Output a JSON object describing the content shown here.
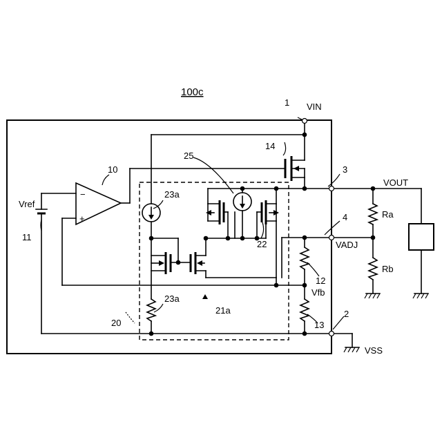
{
  "labels": {
    "title": "100c",
    "n1": "1",
    "vin": "VIN",
    "n14": "14",
    "n3": "3",
    "vout": "VOUT",
    "n10": "10",
    "n25": "25",
    "n23a_top": "23a",
    "vref": "Vref",
    "n11": "11",
    "minus": "−",
    "plus": "+",
    "ra": "Ra",
    "n4": "4",
    "n22": "22",
    "vadj": "VADJ",
    "rb": "Rb",
    "n12": "12",
    "vfb": "Vfb",
    "n23a_bot": "23a",
    "n21a": "21a",
    "n20": "20",
    "n13": "13",
    "n2": "2",
    "vss": "VSS"
  }
}
